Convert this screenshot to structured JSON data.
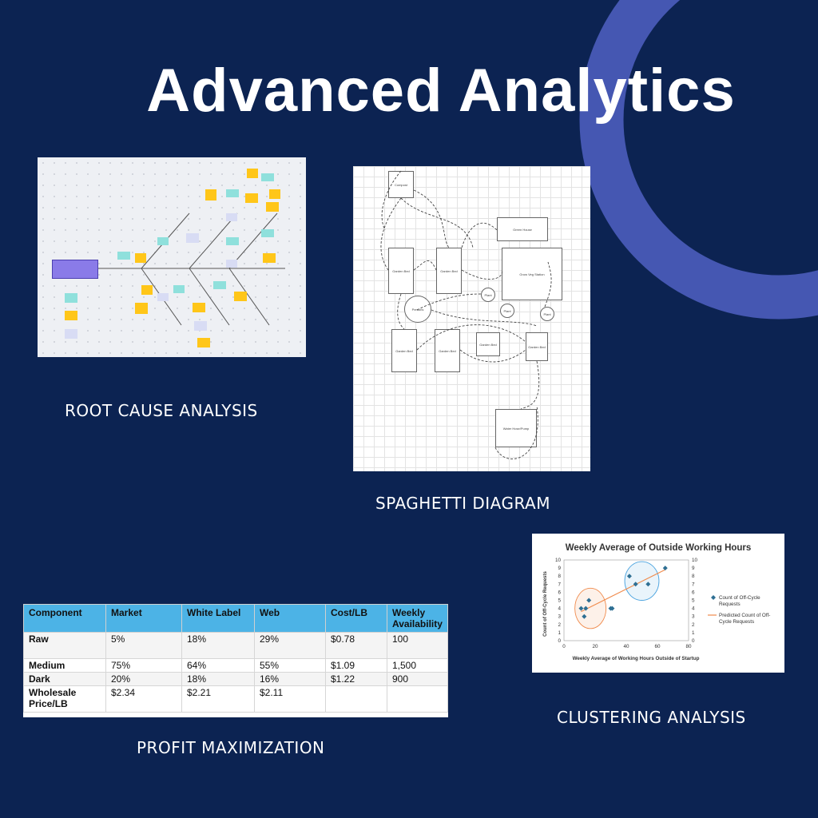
{
  "title": "Advanced Analytics",
  "colors": {
    "background": "#0c2352",
    "arc": "#4557b2",
    "table_header": "#4cb3e6",
    "chart_point": "#2e6f93",
    "trend_line": "#f08a4b"
  },
  "sections": {
    "root_cause": {
      "caption": "ROOT CAUSE  ANALYSIS"
    },
    "spaghetti": {
      "caption": "SPAGHETTI DIAGRAM"
    },
    "profit": {
      "caption": "PROFIT MAXIMIZATION"
    },
    "clustering": {
      "caption": "CLUSTERING ANALYSIS"
    }
  },
  "spaghetti_nodes": {
    "compost": "Compost",
    "garden_bed_1": "Garden Bed",
    "garden_bed_2": "Garden Bed",
    "green_house": "Green House",
    "grow_station": "Grow Veg Station",
    "person": "Persons",
    "plant_1": "Plant",
    "plant_2": "Plant",
    "plant_3": "Plant",
    "garden_bed_3": "Garden Bed",
    "garden_bed_4": "Garden Bed",
    "garden_bed_5": "Garden Bed",
    "garden_bed_6": "Garden Bed",
    "water": "Water Hose/Pump"
  },
  "table": {
    "headers": [
      "Component",
      "Market",
      "White Label",
      "Web",
      "Cost/LB",
      "Weekly Availability"
    ],
    "rows": [
      [
        "Raw",
        "5%",
        "18%",
        "29%",
        "$0.78",
        "100"
      ],
      [
        "Medium",
        "75%",
        "64%",
        "55%",
        "$1.09",
        "1,500"
      ],
      [
        "Dark",
        "20%",
        "18%",
        "16%",
        "$1.22",
        "900"
      ],
      [
        "Wholesale Price/LB",
        "$2.34",
        "$2.21",
        "$2.11",
        "",
        ""
      ]
    ]
  },
  "chart_data": {
    "type": "scatter",
    "title": "Weekly Average of Outside Working  Hours",
    "xlabel": "Weekly Average of Working  Hours Outside of Startup",
    "ylabel": "Count of Off-Cycle Requests",
    "xlim": [
      0,
      80
    ],
    "ylim": [
      0,
      10
    ],
    "x_ticks": [
      "0",
      "20",
      "40",
      "60",
      "80"
    ],
    "y_ticks": [
      "0",
      "1",
      "2",
      "3",
      "4",
      "5",
      "6",
      "7",
      "8",
      "9",
      "10"
    ],
    "y2_ticks": [
      "0",
      "1",
      "2",
      "3",
      "4",
      "5",
      "6",
      "7",
      "8",
      "9",
      "10"
    ],
    "legend_position": "right",
    "series": [
      {
        "name": "Count of Off-Cycle Requests",
        "x": [
          11,
          13,
          14,
          16,
          30,
          31,
          42,
          46,
          54,
          65
        ],
        "y": [
          4,
          3,
          4,
          5,
          4,
          4,
          8,
          7,
          7,
          9
        ]
      },
      {
        "name": "Predicted Count of Off-Cycle Requests",
        "x": [
          11,
          65
        ],
        "y": [
          3.6,
          8.8
        ]
      }
    ],
    "clusters": [
      {
        "cx": 17,
        "cy": 4,
        "rx": 10,
        "ry": 2.5,
        "color": "#f08a4b"
      },
      {
        "cx": 50,
        "cy": 7.4,
        "rx": 11,
        "ry": 2.4,
        "color": "#4aa3df"
      }
    ]
  }
}
